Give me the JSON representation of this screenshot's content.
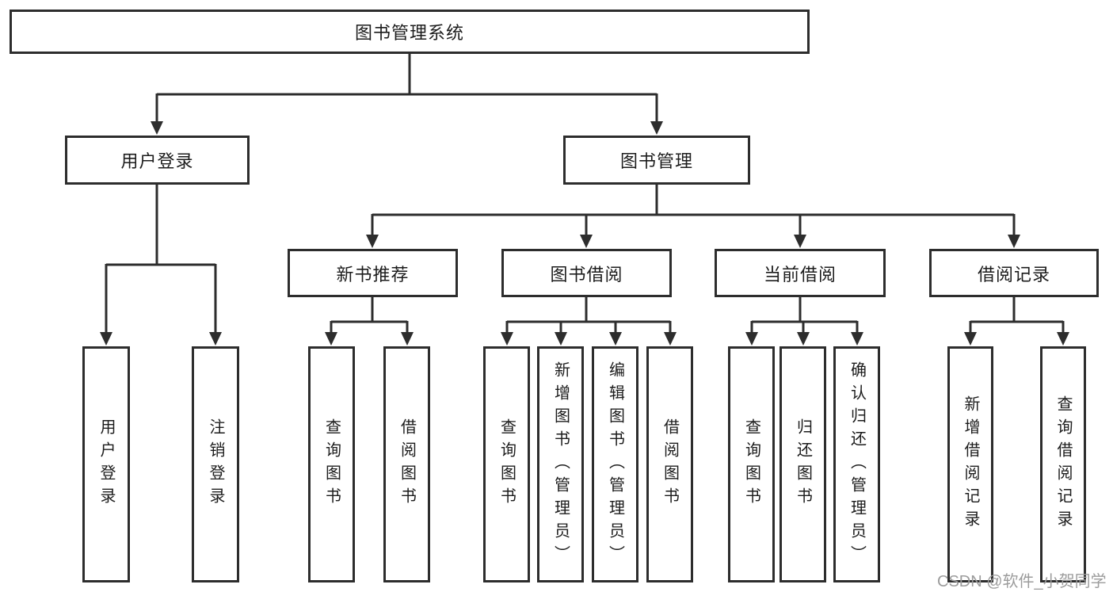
{
  "diagram_title": "图书管理系统",
  "tree": {
    "root": {
      "label": "图书管理系统"
    },
    "user_login": {
      "label": "用户登录",
      "children": {
        "login": {
          "label": "用户登录"
        },
        "logout": {
          "label": "注销登录"
        }
      }
    },
    "book_management": {
      "label": "图书管理",
      "sections": {
        "new_book_rec": {
          "label": "新书推荐",
          "children": {
            "query_books": {
              "label": "查询图书"
            },
            "borrow_books": {
              "label": "借阅图书"
            }
          }
        },
        "book_borrowing": {
          "label": "图书借阅",
          "children": {
            "query_books": {
              "label": "查询图书"
            },
            "add_books_admin": {
              "label": "新增图书（管理员）"
            },
            "edit_books_admin": {
              "label": "编辑图书（管理员）"
            },
            "borrow_books": {
              "label": "借阅图书"
            }
          }
        },
        "current_borrowing": {
          "label": "当前借阅",
          "children": {
            "query_books": {
              "label": "查询图书"
            },
            "return_books": {
              "label": "归还图书"
            },
            "confirm_return_admin": {
              "label": "确认归还（管理员）"
            }
          }
        },
        "borrowing_records": {
          "label": "借阅记录",
          "children": {
            "add_record": {
              "label": "新增借阅记录"
            },
            "query_record": {
              "label": "查询借阅记录"
            }
          }
        }
      }
    }
  },
  "watermark": {
    "text": "CSDN @软件_小贺同学"
  },
  "colors": {
    "line": "#2d2d2d",
    "text": "#1c1c1c",
    "watermark": "#9c9c9c",
    "background": "#ffffff"
  }
}
